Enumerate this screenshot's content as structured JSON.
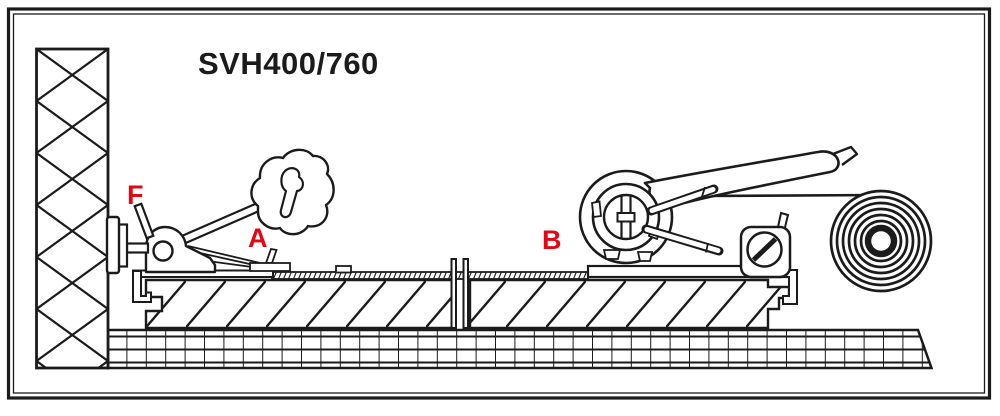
{
  "diagram": {
    "title": "SVH400/760",
    "labels": {
      "wall_pin": "F",
      "wall_clamp": "A",
      "ratchet": "B"
    },
    "colors": {
      "line": "#1b1b1b",
      "label_red": "#e30613",
      "background": "#ffffff"
    }
  }
}
